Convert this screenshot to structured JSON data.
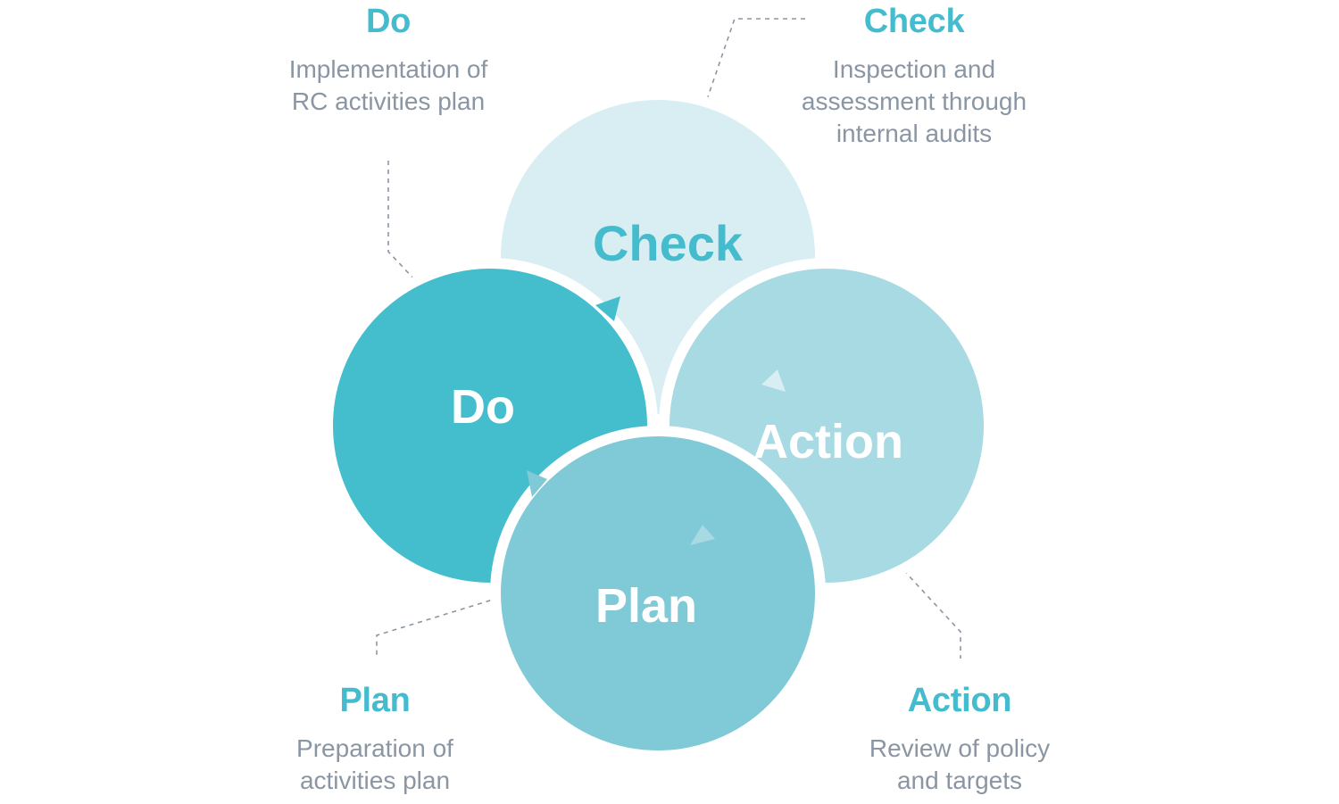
{
  "colors": {
    "do": "#44BDCD",
    "check": "#D8EEF2",
    "action": "#A7DAE2",
    "plan": "#7FCAD6",
    "title_text": "#45BCCD",
    "desc_text": "#8A96A3",
    "leader_line": "#8A96A3"
  },
  "circles": {
    "do": {
      "label": "Do"
    },
    "check": {
      "label": "Check"
    },
    "action": {
      "label": "Action"
    },
    "plan": {
      "label": "Plan"
    }
  },
  "captions": {
    "do": {
      "title": "Do",
      "lines": [
        "Implementation of",
        "RC activities plan"
      ]
    },
    "check": {
      "title": "Check",
      "lines": [
        "Inspection and",
        "assessment through",
        "internal audits"
      ]
    },
    "plan": {
      "title": "Plan",
      "lines": [
        "Preparation of",
        "activities plan"
      ]
    },
    "action": {
      "title": "Action",
      "lines": [
        "Review of policy",
        "and targets"
      ]
    }
  }
}
